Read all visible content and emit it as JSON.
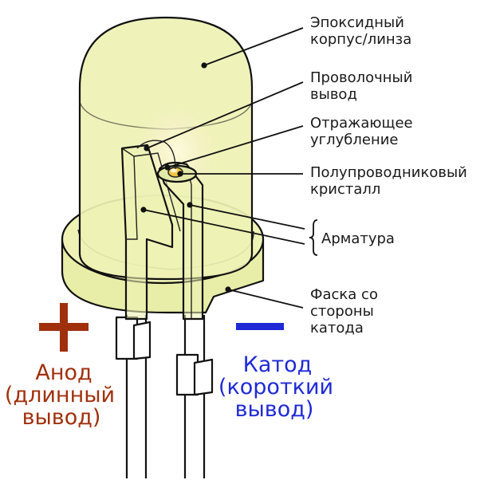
{
  "labels": {
    "epoxy_line1": "Эпоксидный",
    "epoxy_line2": "корпус/линза",
    "wire_line1": "Проволочный",
    "wire_line2": "вывод",
    "cup_line1": "Отражающее",
    "cup_line2": "углубление",
    "chip_line1": "Полупроводниковый",
    "chip_line2": "кристалл",
    "frame": "Арматура",
    "flat_line1": "Фаска со",
    "flat_line2": "стороны",
    "flat_line3": "катода"
  },
  "anode": {
    "sign": "+",
    "line1": "Анод",
    "line2": "(длинный",
    "line3": "вывод)"
  },
  "cathode": {
    "sign": "−",
    "line1": "Катод",
    "line2": "(короткий",
    "line3": "вывод)"
  },
  "colors": {
    "epoxy": "#eef2b4",
    "epoxy_dark": "#dfe6a0",
    "anode_text": "#a0300c",
    "cathode_text": "#1f2ad6",
    "chip_glow": "#f7f3c8",
    "chip": "#f2c640"
  }
}
